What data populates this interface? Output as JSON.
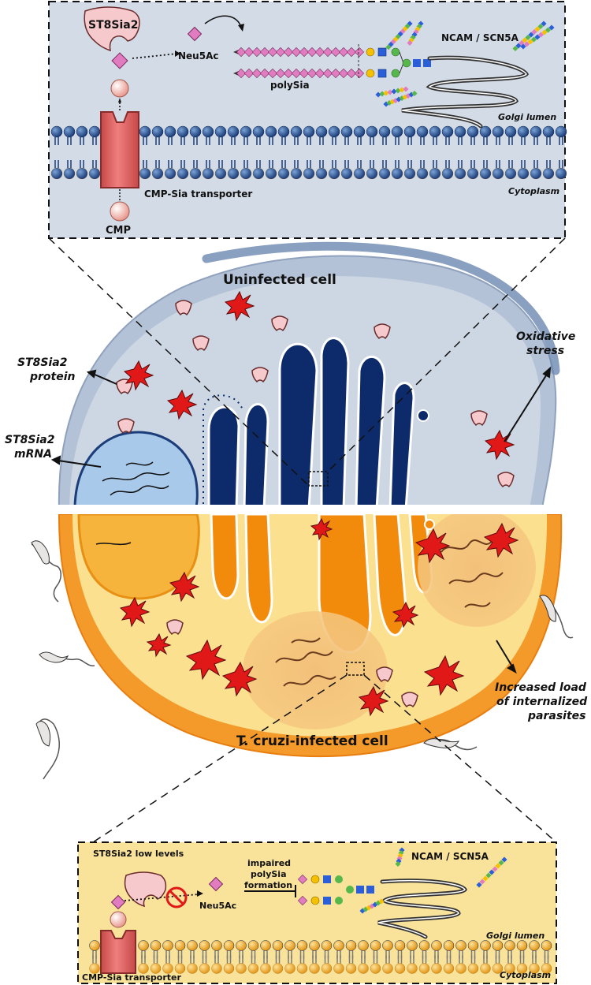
{
  "top_panel": {
    "enzyme": "ST8Sia2",
    "neu5ac": "Neu5Ac",
    "polysia": "polySia",
    "target": "NCAM / SCN5A",
    "golgi": "Golgi lumen",
    "transporter": "CMP-Sia transporter",
    "cytoplasm": "Cytoplasm",
    "cmp": "CMP"
  },
  "cell": {
    "uninfected": "Uninfected cell",
    "infected": "T. cruzi-infected cell"
  },
  "callouts": {
    "protein": [
      "ST8Sia2",
      "protein"
    ],
    "mrna": [
      "ST8Sia2",
      "mRNA"
    ],
    "stress": [
      "Oxidative",
      "stress"
    ],
    "parasites": [
      "Increased load",
      "of internalized",
      "parasites"
    ]
  },
  "bottom_panel": {
    "enzyme_low": "ST8Sia2 low levels",
    "neu5ac": "Neu5Ac",
    "impaired": [
      "impaired",
      "polySia",
      "formation"
    ],
    "target": "NCAM / SCN5A",
    "golgi": "Golgi lumen",
    "transporter": "CMP-Sia transporter",
    "cytoplasm": "Cytoplasm"
  },
  "colors": {
    "top_panel_bg": "#d3dbe6",
    "bottom_panel_bg": "#f9e29a",
    "uninfected_cyto": "#cdd6e3",
    "infected_cyto": "#fbe08f",
    "golgi_blue": "#0d2a6b",
    "golgi_orange": "#f28b0c",
    "lipid_blue": "#1b3d7a",
    "lipid_orange": "#e8a020",
    "transporter_red": "#e06b6b",
    "enzyme_pink": "#f6c9cc",
    "stress_red": "#e01818",
    "sia_pink": "#e27cc0"
  }
}
